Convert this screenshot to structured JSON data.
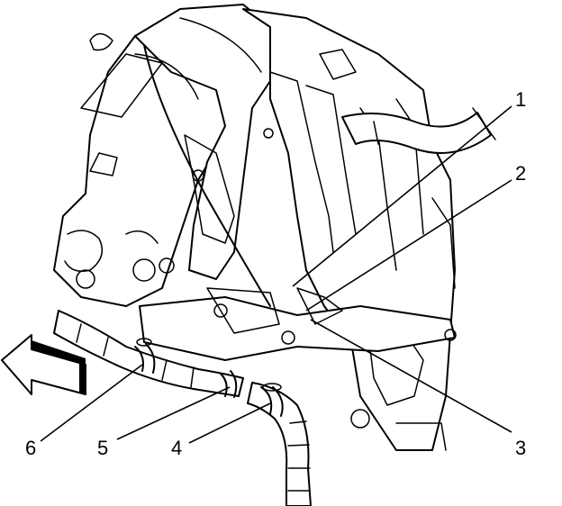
{
  "callouts": [
    {
      "id": "1",
      "label": "1"
    },
    {
      "id": "2",
      "label": "2"
    },
    {
      "id": "3",
      "label": "3"
    },
    {
      "id": "4",
      "label": "4"
    },
    {
      "id": "5",
      "label": "5"
    },
    {
      "id": "6",
      "label": "6"
    }
  ],
  "icons": {
    "direction_arrow": "forward-direction-arrow-icon"
  }
}
